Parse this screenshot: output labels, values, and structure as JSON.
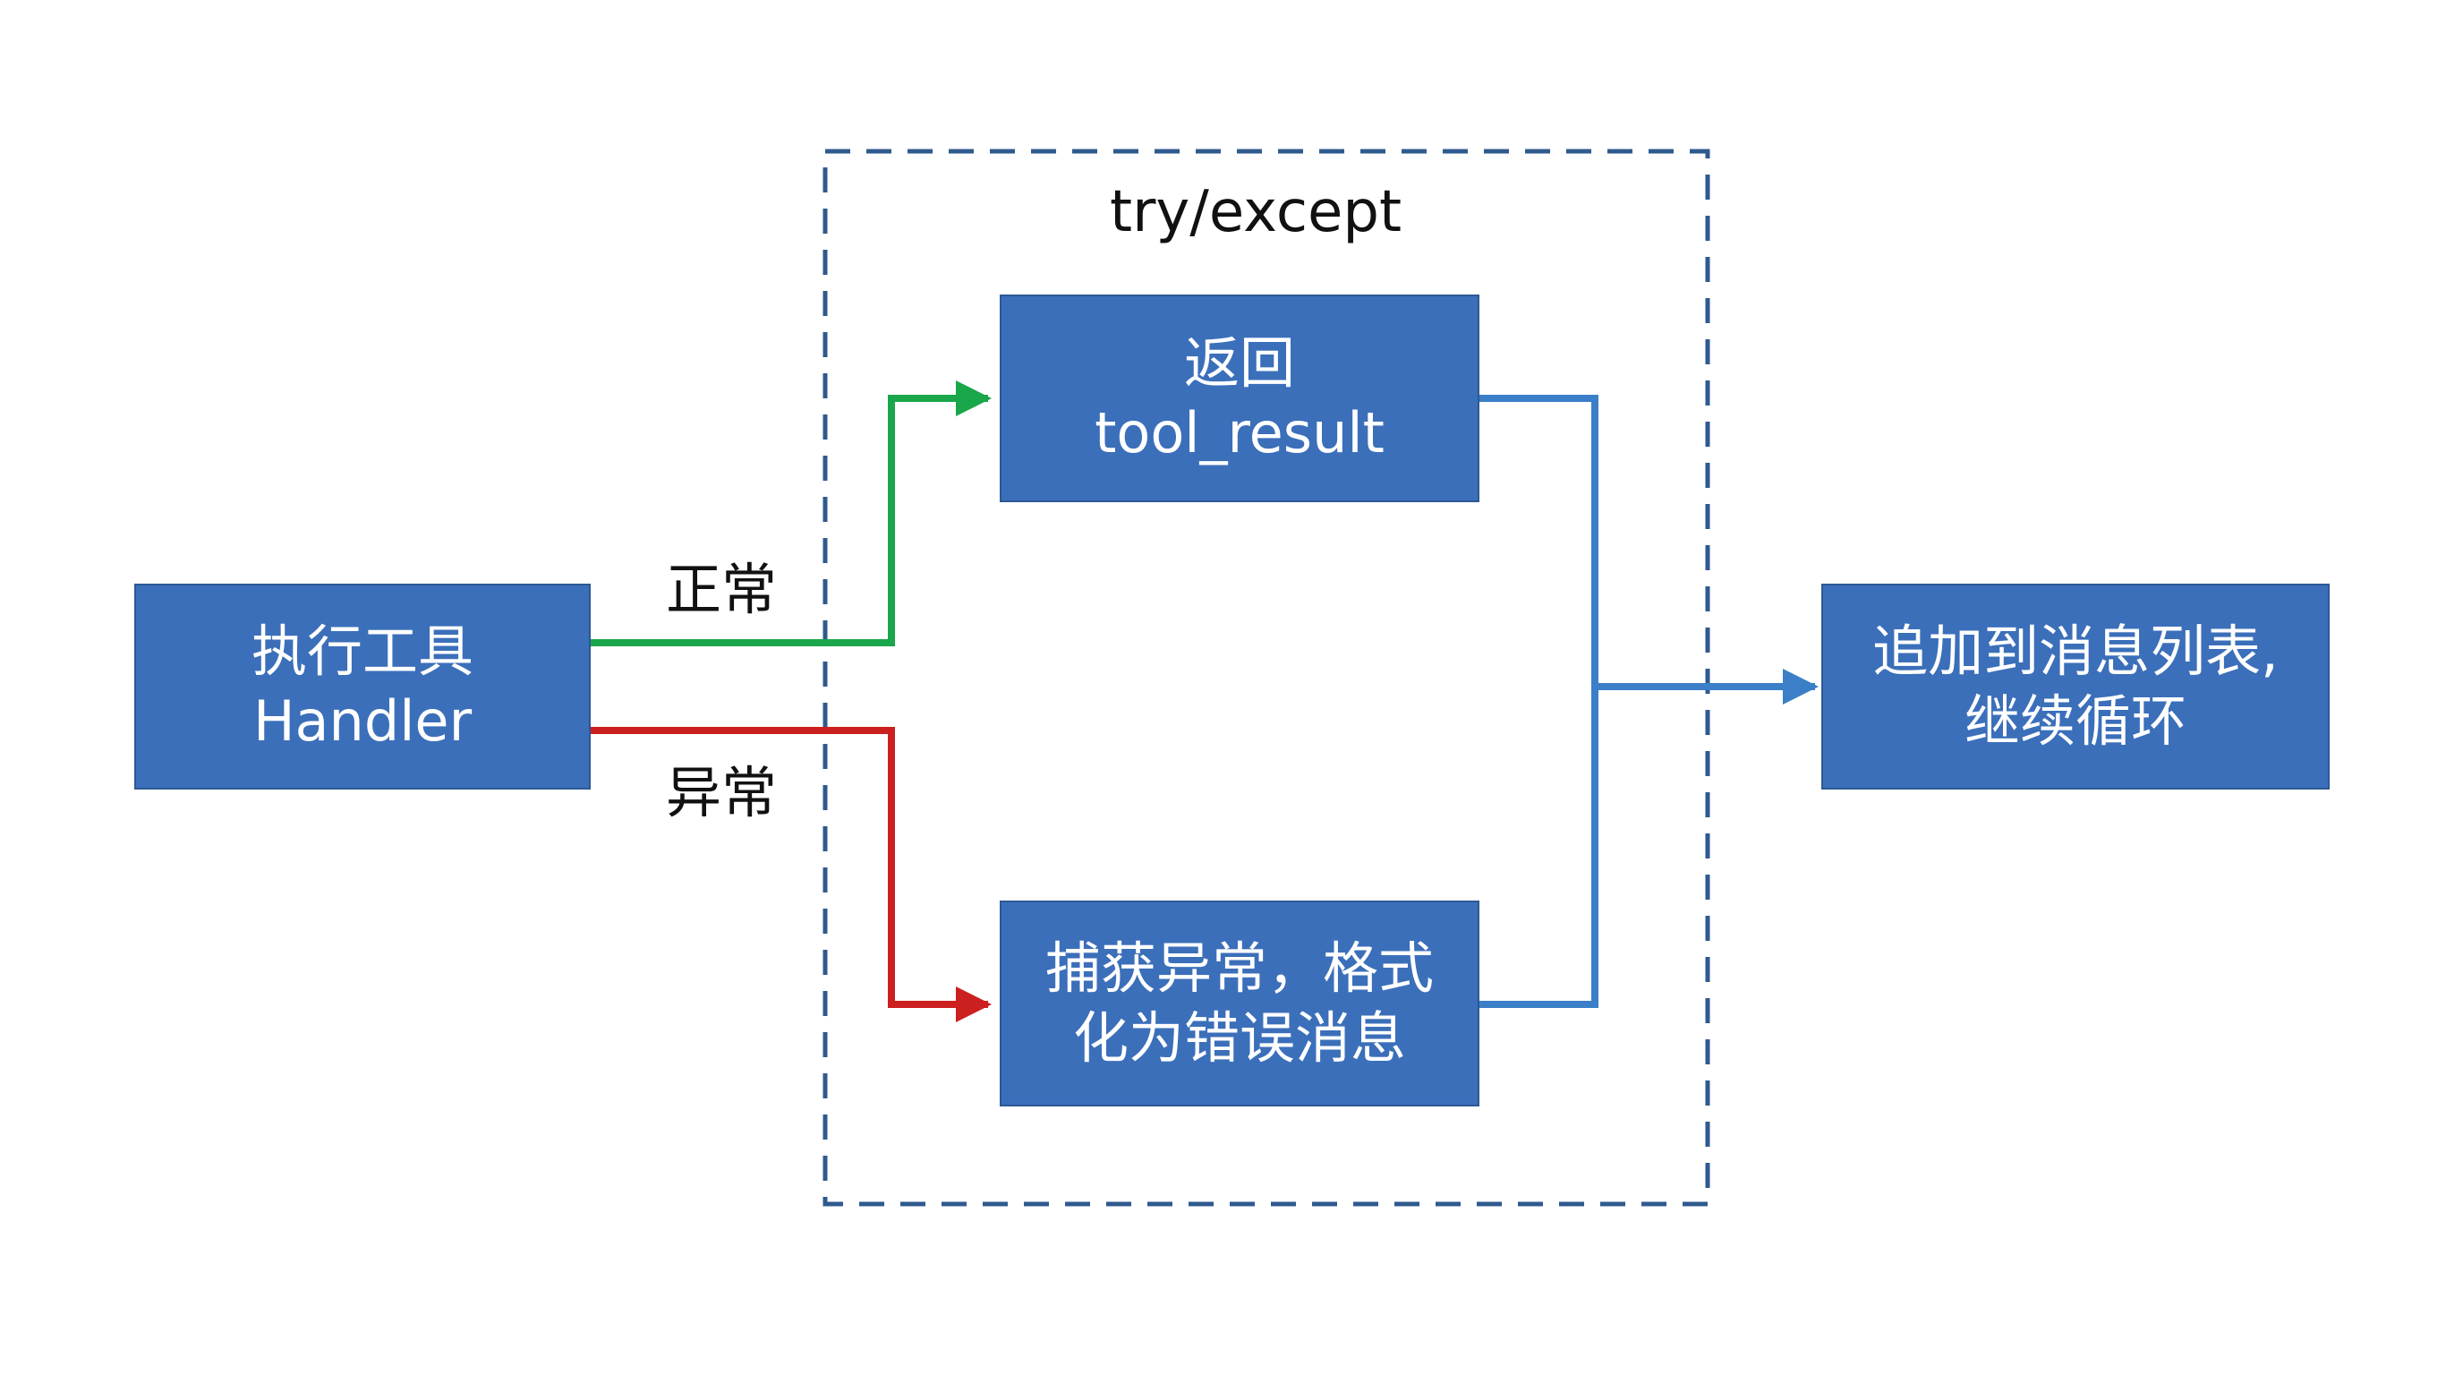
{
  "frame": {
    "title": "try/except"
  },
  "nodes": {
    "handler": {
      "line1": "执行工具",
      "line2": "Handler"
    },
    "result": {
      "line1": "返回",
      "line2": "tool_result"
    },
    "error": {
      "line1": "捕获异常，格式",
      "line2": "化为错误消息"
    },
    "append": {
      "line1": "追加到消息列表,",
      "line2": "继续循环"
    }
  },
  "edges": {
    "normal": {
      "label": "正常",
      "color": "#1aa64a"
    },
    "exception": {
      "label": "异常",
      "color": "#cc1f1f"
    },
    "merge": {
      "color": "#3a7fc8"
    }
  },
  "colors": {
    "node_fill": "#3b6fba",
    "frame_border": "#2f5a8e"
  }
}
